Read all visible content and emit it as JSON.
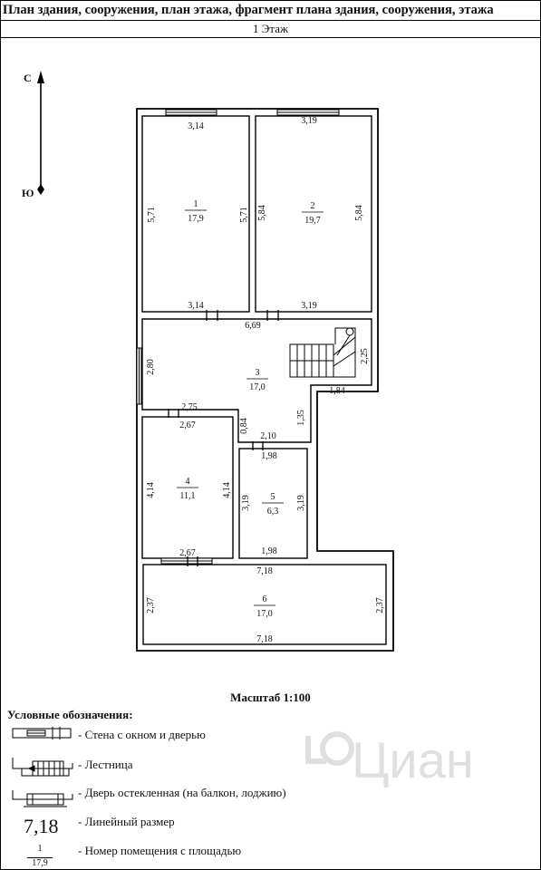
{
  "header": {
    "title": "План здания, сооружения, план этажа, фрагмент плана здания, сооружения, этажа",
    "floor": "1 Этаж"
  },
  "compass": {
    "north": "С",
    "south": "Ю"
  },
  "rooms": [
    {
      "number": "1",
      "area": "17,9"
    },
    {
      "number": "2",
      "area": "19,7"
    },
    {
      "number": "3",
      "area": "17,0"
    },
    {
      "number": "4",
      "area": "11,1"
    },
    {
      "number": "5",
      "area": "6,3"
    },
    {
      "number": "6",
      "area": "17,0"
    }
  ],
  "dimensions": {
    "r1_top": "3,14",
    "r1_left": "5,71",
    "r1_right": "5,71",
    "r1_bottom": "3,14",
    "r2_top": "3,19",
    "r2_left": "5,84",
    "r2_right": "5,84",
    "r2_bottom": "3,19",
    "r3_top": "6,69",
    "r3_left": "2,80",
    "r3_stair": "2,25",
    "r3_step": "1,84",
    "r3_side": "1,35",
    "r3_bot_left": "2,75",
    "r3_bot_mid": "2,10",
    "r3_notch": "0,84",
    "r4_top": "2,67",
    "r4_left": "4,14",
    "r4_right": "4,14",
    "r4_bottom": "2,67",
    "r5_top": "1,98",
    "r5_left": "3,19",
    "r5_right": "3,19",
    "r5_bottom": "1,98",
    "r6_top": "7,18",
    "r6_left": "2,37",
    "r6_right": "2,37",
    "r6_bottom": "7,18"
  },
  "scale": "Масштаб 1:100",
  "legend": {
    "title": "Условные обозначения:",
    "items": [
      "- Стена с окном и дверью",
      "- Лестница",
      "- Дверь остекленная (на балкон, лоджию)",
      "- Линейный размер",
      "- Номер помещения с площадью"
    ],
    "size_example": "7,18",
    "room_number_example": "1",
    "room_area_example": "17,9"
  },
  "watermark": "Циан"
}
